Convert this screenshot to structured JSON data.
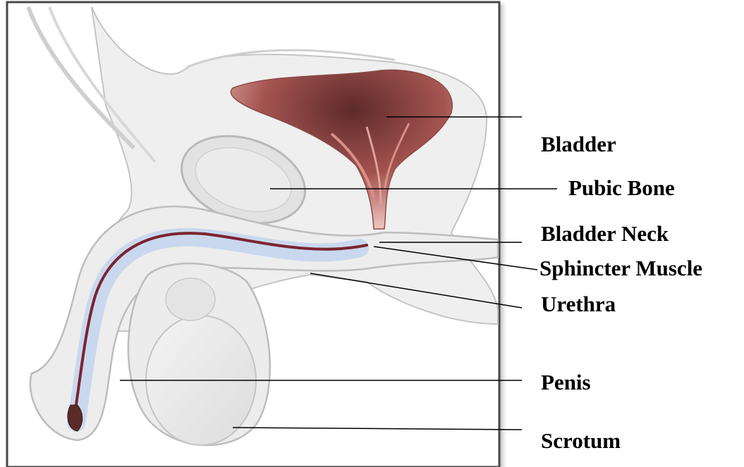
{
  "labels": {
    "bladder": "Bladder",
    "pubic_bone": "Pubic Bone",
    "bladder_neck": "Bladder Neck",
    "sphincter_muscle": "Sphincter Muscle",
    "urethra": "Urethra",
    "penis": "Penis",
    "scrotum": "Scrotum"
  },
  "colors": {
    "frame": "#4a4a4a",
    "tissue_fill": "#e9e9e9",
    "tissue_line": "#b8b8b8",
    "bladder_dark": "#7a3b3b",
    "bladder_light": "#e6a9a4",
    "spongy_tissue": "#c9d8ee",
    "urethra": "#7a2430",
    "leader_line": "#000000"
  }
}
